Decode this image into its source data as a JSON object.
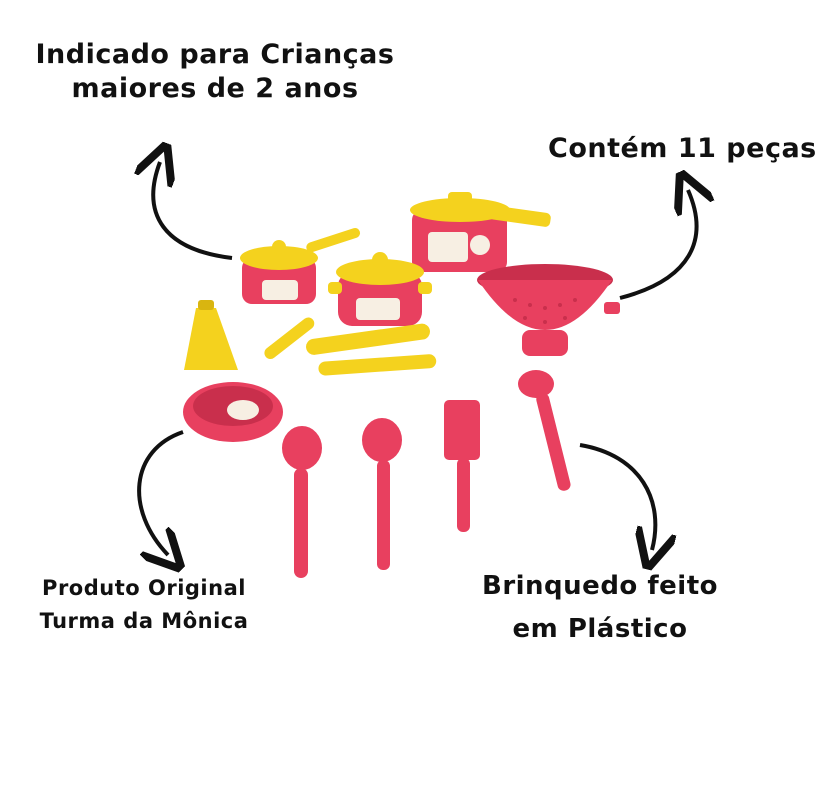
{
  "captions": {
    "age": {
      "line1": "Indicado para Crianças",
      "line2": "maiores de 2 anos"
    },
    "pieces": {
      "line1": "Contém 11 peças"
    },
    "original": {
      "line1": "Produto Original",
      "line2": "Turma da Mônica"
    },
    "material": {
      "line1": "Brinquedo feito",
      "line2": "em Plástico"
    }
  },
  "colors": {
    "pink": "#e8405f",
    "pink_dark": "#c92f4c",
    "yellow": "#f4d21e",
    "yellow_dark": "#d9b510",
    "arrow": "#111111"
  }
}
